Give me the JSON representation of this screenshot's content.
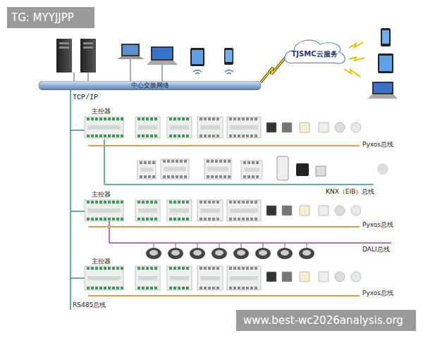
{
  "diagram": {
    "nodes": [
      {
        "text": [
          "中心交换网络"
        ]
      },
      {
        "text": [
          "TJSMC云服务"
        ]
      }
    ],
    "edges": [
      {
        "from": 0,
        "to": 1,
        "arrow": "none"
      }
    ],
    "labels": [
      "TG: MYYJJPP",
      "TCP/IP",
      "主控器",
      "Pyxos总线",
      "KNX（EIB）总线",
      "主控器",
      "Pyxos总线",
      "DALI总线",
      "主控器",
      "Pyxos总线",
      "RS485总线",
      "www.best-wc2026analysis.org"
    ]
  }
}
